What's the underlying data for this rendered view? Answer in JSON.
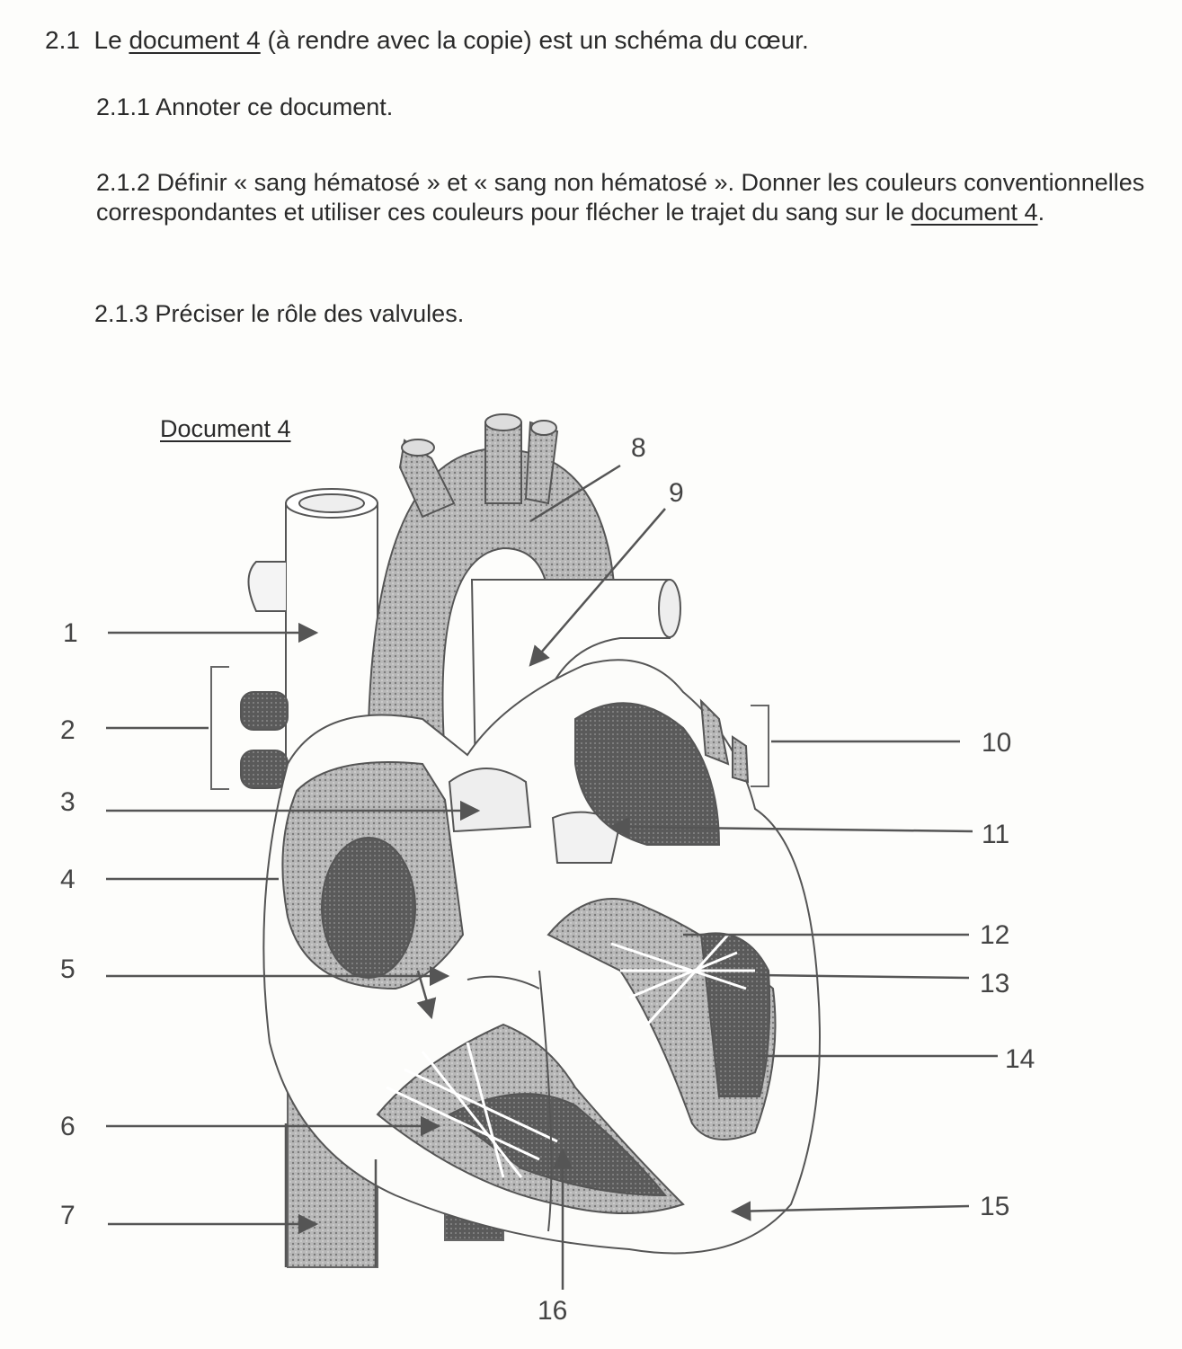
{
  "header": {
    "q21_number": "2.1",
    "q21_before": "Le ",
    "q21_link": "document 4",
    "q21_after": " (à rendre avec la copie) est un schéma du cœur.",
    "q211": "2.1.1 Annoter ce document.",
    "q212_main": "2.1.2 Définir « sang hématosé » et « sang non hématosé ». Donner les couleurs conventionnelles correspondantes et utiliser ces couleurs pour flécher le trajet du sang sur le ",
    "q212_link": "document 4",
    "q212_end": ".",
    "q213": "2.1.3 Préciser le rôle des valvules."
  },
  "document": {
    "title": "Document 4"
  },
  "labels": [
    "1",
    "2",
    "3",
    "4",
    "5",
    "6",
    "7",
    "8",
    "9",
    "10",
    "11",
    "12",
    "13",
    "14",
    "15",
    "16"
  ],
  "colors": {
    "ink": "#2a2a2a",
    "shade": "#9a9a9a",
    "dark": "#555555"
  }
}
